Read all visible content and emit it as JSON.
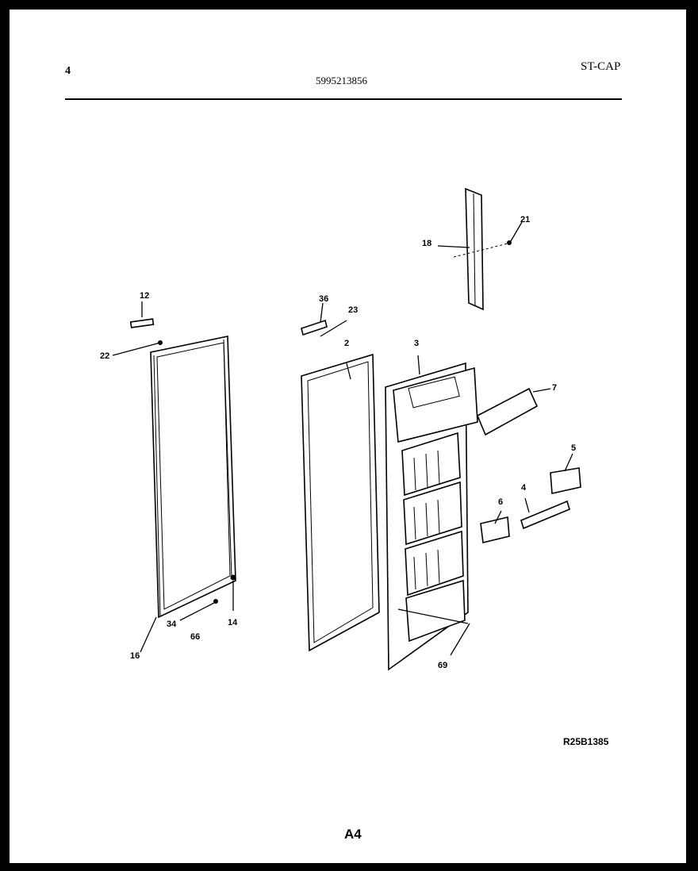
{
  "header": {
    "page_number": "4",
    "model_number": "5995213856",
    "sheet_code": "ST-CAP"
  },
  "diagram": {
    "reference_code": "R25B1385",
    "footer_label": "A4",
    "callouts": {
      "c12": "12",
      "c22": "22",
      "c16a": "16",
      "c34": "34",
      "c66": "66",
      "c14": "14",
      "c36": "36",
      "c23": "23",
      "c2": "2",
      "c3": "3",
      "c18": "18",
      "c21": "21",
      "c7": "7",
      "c5": "5",
      "c4": "4",
      "c6": "6",
      "c69": "69"
    }
  }
}
